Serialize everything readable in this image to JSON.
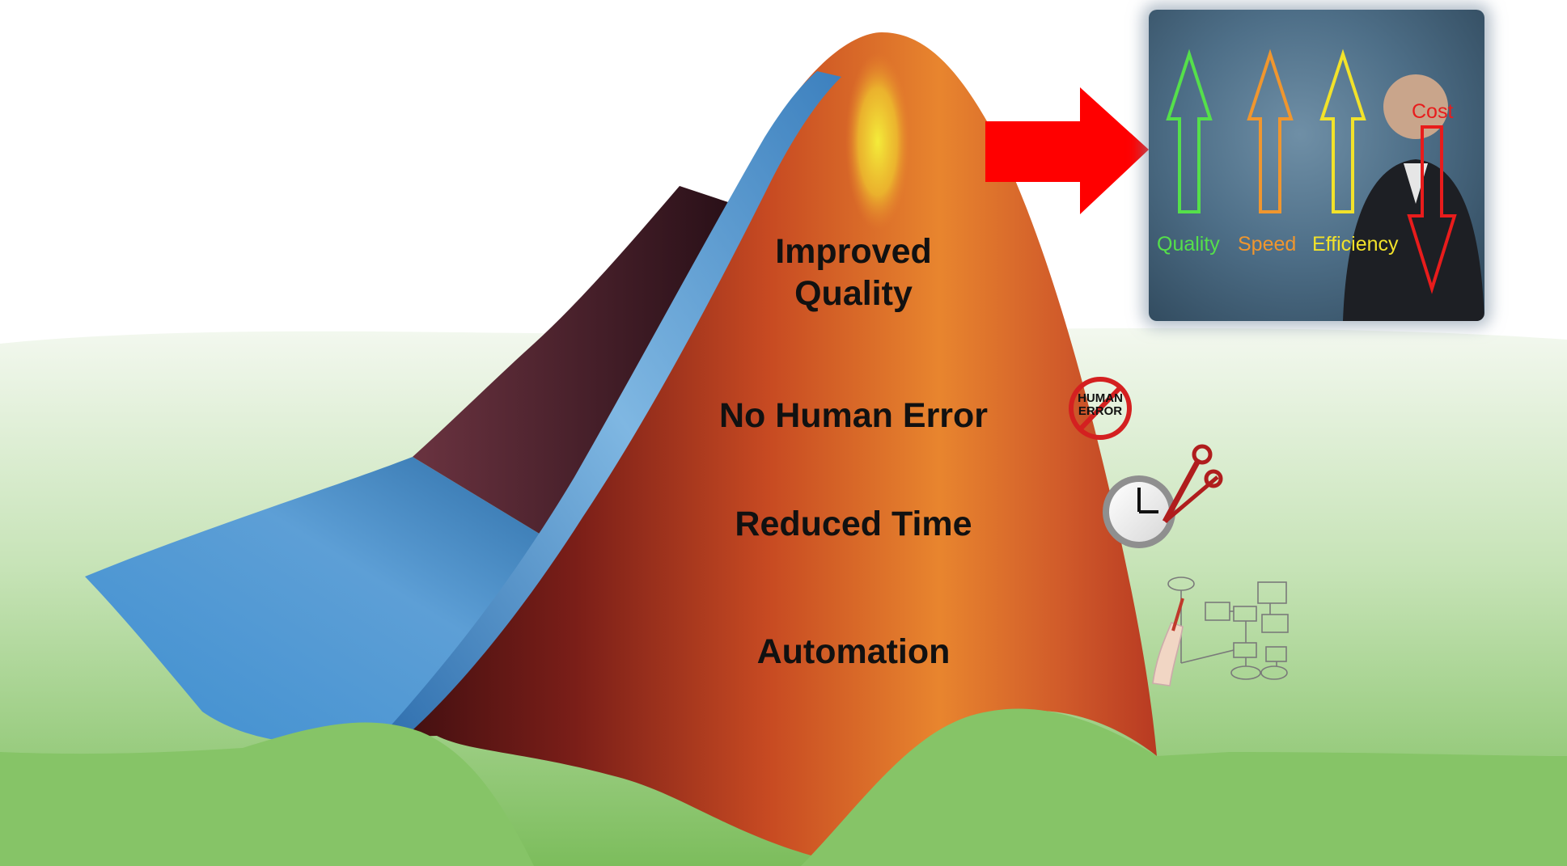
{
  "peak_labels": {
    "quality_line1": "Improved",
    "quality_line2": "Quality",
    "no_human_error": "No Human Error",
    "reduced_time": "Reduced Time",
    "automation": "Automation"
  },
  "inset": {
    "arrows": [
      {
        "label": "Quality",
        "color": "#55e04a",
        "direction": "up"
      },
      {
        "label": "Speed",
        "color": "#f0962e",
        "direction": "up"
      },
      {
        "label": "Efficiency",
        "color": "#f2e22a",
        "direction": "up"
      },
      {
        "label": "Cost",
        "color": "#e81c1c",
        "direction": "down"
      }
    ]
  },
  "human_error_icon": {
    "line1": "HUMAN",
    "line2": "ERROR"
  },
  "colors": {
    "ground_top": "#f3f8ef",
    "ground_bottom": "#7cbd5c",
    "pointer_arrow": "#ff0000",
    "surface_blue": "#4b94cf",
    "surface_peak": "#f0e23a",
    "surface_base": "#5a1515"
  },
  "icons": [
    "big-red-arrow-icon",
    "human-error-icon",
    "clock-with-scissors-icon",
    "flowchart-drawing-icon"
  ]
}
